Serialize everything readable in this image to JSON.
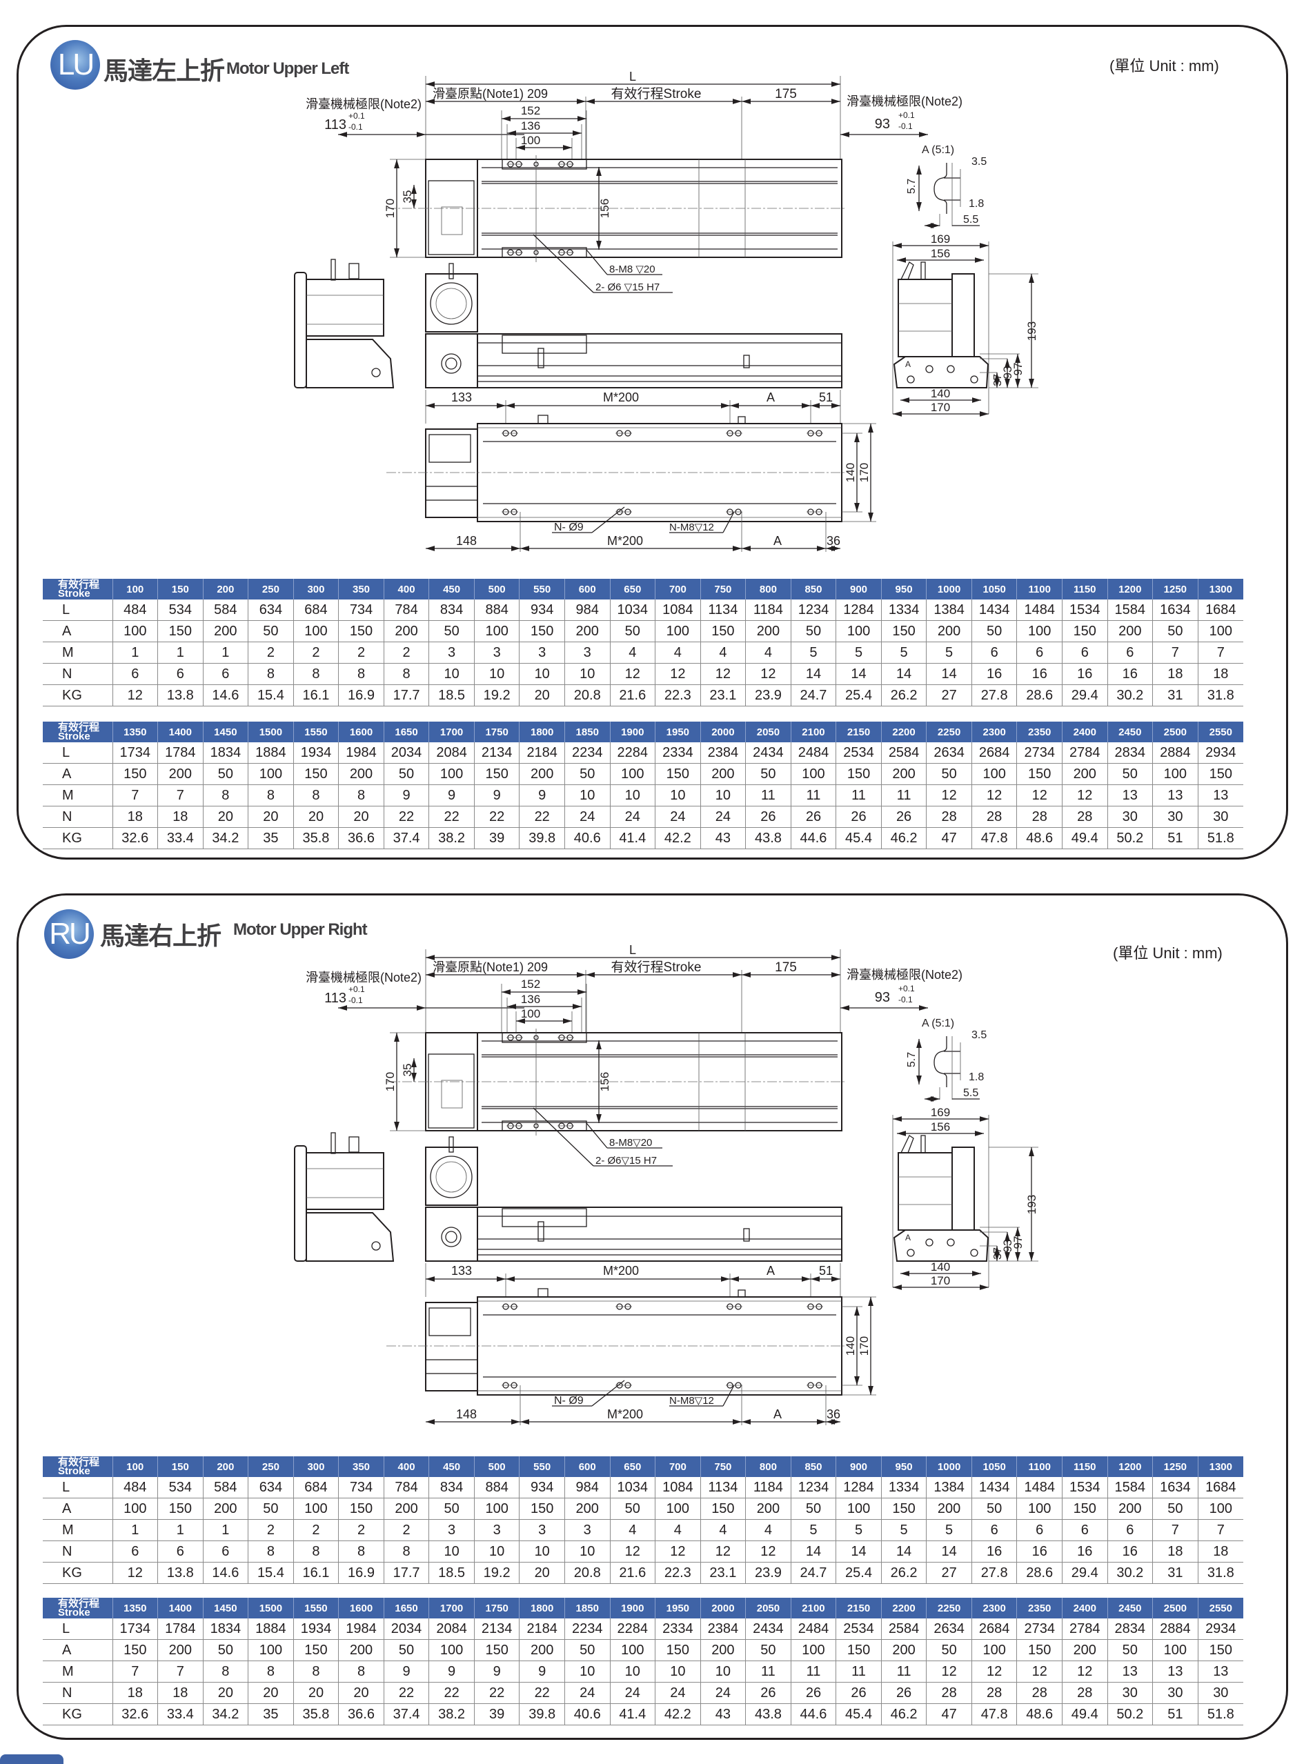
{
  "sections": [
    {
      "badge": "LU",
      "title_zh": "馬達左上折",
      "title_en": "Motor Upper Left",
      "unit": "(單位 Unit : mm)",
      "dims": {
        "L": "L",
        "note1": "滑臺原點(Note1) 209",
        "stroke": "有效行程Stroke",
        "d175": "175",
        "note2": "滑臺機械極限(Note2)",
        "tol_left": "113",
        "tol_plus": "+0.1",
        "tol_minus": "-0.1",
        "tol_right": "93",
        "d152": "152",
        "d136": "136",
        "d100": "100",
        "d170": "170",
        "d35": "35",
        "d156": "156",
        "tap_m8": "8-M8 ▽20",
        "pin_hole": "2- Ø6 ▽15 H7",
        "detail_a": "A (5:1)",
        "d3_5": "3.5",
        "d5_7": "5.7",
        "d1_8": "1.8",
        "d5_5": "5.5",
        "d169": "169",
        "d156b": "156",
        "d193": "193",
        "d97": "97",
        "d93": "93",
        "d37": "37",
        "d140": "140",
        "d170b": "170",
        "mark_a": "A",
        "d133": "133",
        "m200": "M*200",
        "dim_a": "A",
        "d51": "51",
        "d140c": "140",
        "d170c": "170",
        "n_hole": "N- Ø9",
        "n_tap": "N-M8▽12",
        "d148": "148",
        "m200b": "M*200",
        "dim_a2": "A",
        "d36": "36"
      }
    },
    {
      "badge": "RU",
      "title_zh": "馬達右上折",
      "title_en": "Motor Upper Right",
      "unit": "(單位 Unit : mm)",
      "dims": {
        "L": "L",
        "note1": "滑臺原點(Note1) 209",
        "stroke": "有效行程Stroke",
        "d175": "175",
        "note2": "滑臺機械極限(Note2)",
        "tol_left": "113",
        "tol_plus": "+0.1",
        "tol_minus": "-0.1",
        "tol_right": "93",
        "d152": "152",
        "d136": "136",
        "d100": "100",
        "d170": "170",
        "d35": "35",
        "d156": "156",
        "tap_m8": "8-M8▽20",
        "pin_hole": "2- Ø6▽15 H7",
        "detail_a": "A (5:1)",
        "d3_5": "3.5",
        "d5_7": "5.7",
        "d1_8": "1.8",
        "d5_5": "5.5",
        "d169": "169",
        "d156b": "156",
        "d193": "193",
        "d97": "97",
        "d93": "93",
        "d37": "37",
        "d140": "140",
        "d170b": "170",
        "mark_a": "A",
        "d133": "133",
        "m200": "M*200",
        "dim_a": "A",
        "d51": "51",
        "d140c": "140",
        "d170c": "170",
        "n_hole": "N- Ø9",
        "n_tap": "N-M8▽12",
        "d148": "148",
        "m200b": "M*200",
        "dim_a2": "A",
        "d36": "36"
      }
    }
  ],
  "table": {
    "header_zh": "有效行程",
    "header_en": "Stroke",
    "parts": [
      {
        "strokes": [
          "100",
          "150",
          "200",
          "250",
          "300",
          "350",
          "400",
          "450",
          "500",
          "550",
          "600",
          "650",
          "700",
          "750",
          "800",
          "850",
          "900",
          "950",
          "1000",
          "1050",
          "1100",
          "1150",
          "1200",
          "1250",
          "1300"
        ],
        "rows": [
          {
            "label": "L",
            "values": [
              "484",
              "534",
              "584",
              "634",
              "684",
              "734",
              "784",
              "834",
              "884",
              "934",
              "984",
              "1034",
              "1084",
              "1134",
              "1184",
              "1234",
              "1284",
              "1334",
              "1384",
              "1434",
              "1484",
              "1534",
              "1584",
              "1634",
              "1684"
            ]
          },
          {
            "label": "A",
            "values": [
              "100",
              "150",
              "200",
              "50",
              "100",
              "150",
              "200",
              "50",
              "100",
              "150",
              "200",
              "50",
              "100",
              "150",
              "200",
              "50",
              "100",
              "150",
              "200",
              "50",
              "100",
              "150",
              "200",
              "50",
              "100"
            ]
          },
          {
            "label": "M",
            "values": [
              "1",
              "1",
              "1",
              "2",
              "2",
              "2",
              "2",
              "3",
              "3",
              "3",
              "3",
              "4",
              "4",
              "4",
              "4",
              "5",
              "5",
              "5",
              "5",
              "6",
              "6",
              "6",
              "6",
              "7",
              "7"
            ]
          },
          {
            "label": "N",
            "values": [
              "6",
              "6",
              "6",
              "8",
              "8",
              "8",
              "8",
              "10",
              "10",
              "10",
              "10",
              "12",
              "12",
              "12",
              "12",
              "14",
              "14",
              "14",
              "14",
              "16",
              "16",
              "16",
              "16",
              "18",
              "18"
            ]
          },
          {
            "label": "KG",
            "values": [
              "12",
              "13.8",
              "14.6",
              "15.4",
              "16.1",
              "16.9",
              "17.7",
              "18.5",
              "19.2",
              "20",
              "20.8",
              "21.6",
              "22.3",
              "23.1",
              "23.9",
              "24.7",
              "25.4",
              "26.2",
              "27",
              "27.8",
              "28.6",
              "29.4",
              "30.2",
              "31",
              "31.8"
            ]
          }
        ]
      },
      {
        "strokes": [
          "1350",
          "1400",
          "1450",
          "1500",
          "1550",
          "1600",
          "1650",
          "1700",
          "1750",
          "1800",
          "1850",
          "1900",
          "1950",
          "2000",
          "2050",
          "2100",
          "2150",
          "2200",
          "2250",
          "2300",
          "2350",
          "2400",
          "2450",
          "2500",
          "2550"
        ],
        "rows": [
          {
            "label": "L",
            "values": [
              "1734",
              "1784",
              "1834",
              "1884",
              "1934",
              "1984",
              "2034",
              "2084",
              "2134",
              "2184",
              "2234",
              "2284",
              "2334",
              "2384",
              "2434",
              "2484",
              "2534",
              "2584",
              "2634",
              "2684",
              "2734",
              "2784",
              "2834",
              "2884",
              "2934"
            ]
          },
          {
            "label": "A",
            "values": [
              "150",
              "200",
              "50",
              "100",
              "150",
              "200",
              "50",
              "100",
              "150",
              "200",
              "50",
              "100",
              "150",
              "200",
              "50",
              "100",
              "150",
              "200",
              "50",
              "100",
              "150",
              "200",
              "50",
              "100",
              "150"
            ]
          },
          {
            "label": "M",
            "values": [
              "7",
              "7",
              "8",
              "8",
              "8",
              "8",
              "9",
              "9",
              "9",
              "9",
              "10",
              "10",
              "10",
              "10",
              "11",
              "11",
              "11",
              "11",
              "12",
              "12",
              "12",
              "12",
              "13",
              "13",
              "13"
            ]
          },
          {
            "label": "N",
            "values": [
              "18",
              "18",
              "20",
              "20",
              "20",
              "20",
              "22",
              "22",
              "22",
              "22",
              "24",
              "24",
              "24",
              "24",
              "26",
              "26",
              "26",
              "26",
              "28",
              "28",
              "28",
              "28",
              "30",
              "30",
              "30"
            ]
          },
          {
            "label": "KG",
            "values": [
              "32.6",
              "33.4",
              "34.2",
              "35",
              "35.8",
              "36.6",
              "37.4",
              "38.2",
              "39",
              "39.8",
              "40.6",
              "41.4",
              "42.2",
              "43",
              "43.8",
              "44.6",
              "45.4",
              "46.2",
              "47",
              "47.8",
              "48.6",
              "49.4",
              "50.2",
              "51",
              "51.8"
            ]
          }
        ]
      }
    ]
  },
  "colors": {
    "header_blue": "#3f63a6",
    "border": "#231f20"
  }
}
